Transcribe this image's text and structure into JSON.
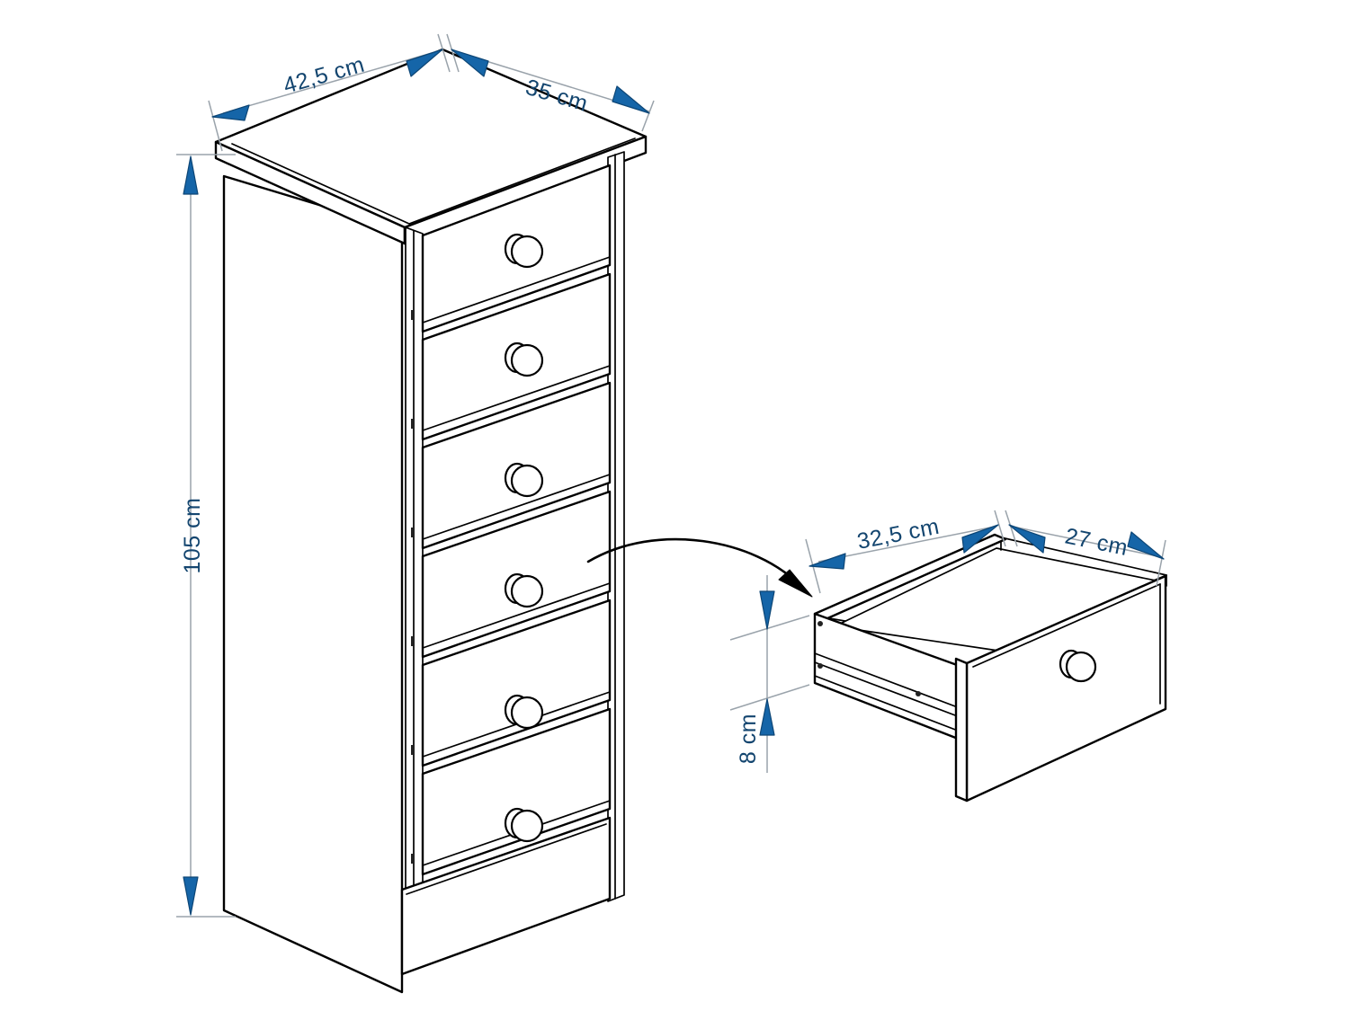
{
  "drawing": {
    "title": "Chest of drawers dimension diagram",
    "background_color": "#ffffff",
    "line_color": "#000000",
    "dimension_text_color": "#13456f",
    "arrow_color": "#1565a8",
    "extension_line_color": "#9aa3ab"
  },
  "dimensions": {
    "cabinet_width": "42,5 cm",
    "cabinet_depth": "35 cm",
    "cabinet_height": "105 cm",
    "drawer_width": "32,5 cm",
    "drawer_depth": "27 cm",
    "drawer_height": "8 cm"
  },
  "cabinet": {
    "label": "six-drawer-chest",
    "drawer_count": 6,
    "knob_count": 6
  },
  "drawer_detail": {
    "label": "single-drawer-box",
    "knob_count": 1
  },
  "callout": {
    "label": "drawer-pullout-arrow"
  }
}
